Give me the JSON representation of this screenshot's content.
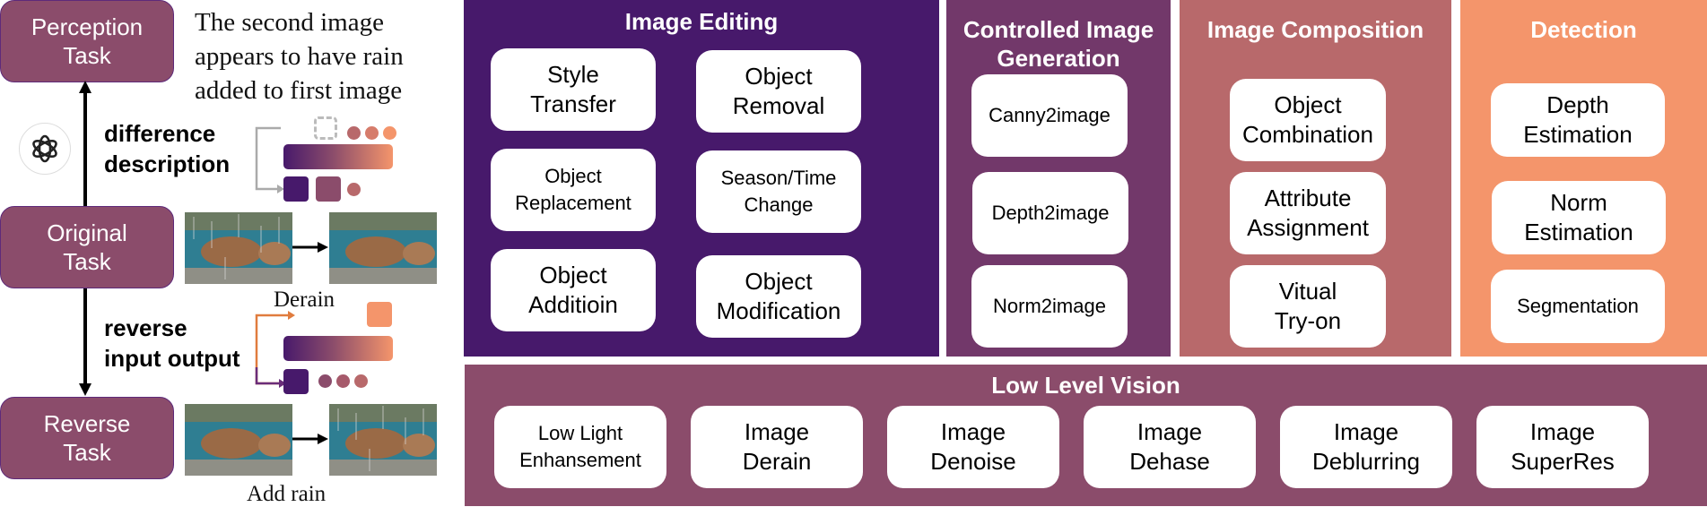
{
  "left": {
    "perception_task": "Perception\nTask",
    "original_task": "Original\nTask",
    "reverse_task": "Reverse\nTask",
    "caption_quote": "The second image\nappears to have rain\nadded to first image",
    "difference_label": "difference\ndescription",
    "reverse_label": "reverse\ninput output",
    "derain_label": "Derain",
    "add_rain_label": "Add rain",
    "logo_icon": "openai-logo-icon"
  },
  "colors": {
    "task_box": "#8b4c6b",
    "image_editing": "#47196b",
    "controlled_generation": "#72386a",
    "image_composition": "#b8696b",
    "detection": "#f4956b",
    "low_level_vision": "#8b4c6b"
  },
  "panels": {
    "image_editing": {
      "title": "Image Editing",
      "items": [
        "Style\nTransfer",
        "Object\nRemoval",
        "Object\nReplacement",
        "Season/Time\nChange",
        "Object\nAdditioin",
        "Object\nModification"
      ]
    },
    "controlled_generation": {
      "title": "Controlled Image\nGeneration",
      "items": [
        "Canny2image",
        "Depth2image",
        "Norm2image"
      ]
    },
    "image_composition": {
      "title": "Image Composition",
      "items": [
        "Object\nCombination",
        "Attribute\nAssignment",
        "Vitual\nTry-on"
      ]
    },
    "detection": {
      "title": "Detection",
      "items": [
        "Depth\nEstimation",
        "Norm\nEstimation",
        "Segmentation"
      ]
    },
    "low_level_vision": {
      "title": "Low Level Vision",
      "items": [
        "Low Light\nEnhansement",
        "Image\nDerain",
        "Image\nDenoise",
        "Image\nDehase",
        "Image\nDeblurring",
        "Image\nSuperRes"
      ]
    }
  }
}
